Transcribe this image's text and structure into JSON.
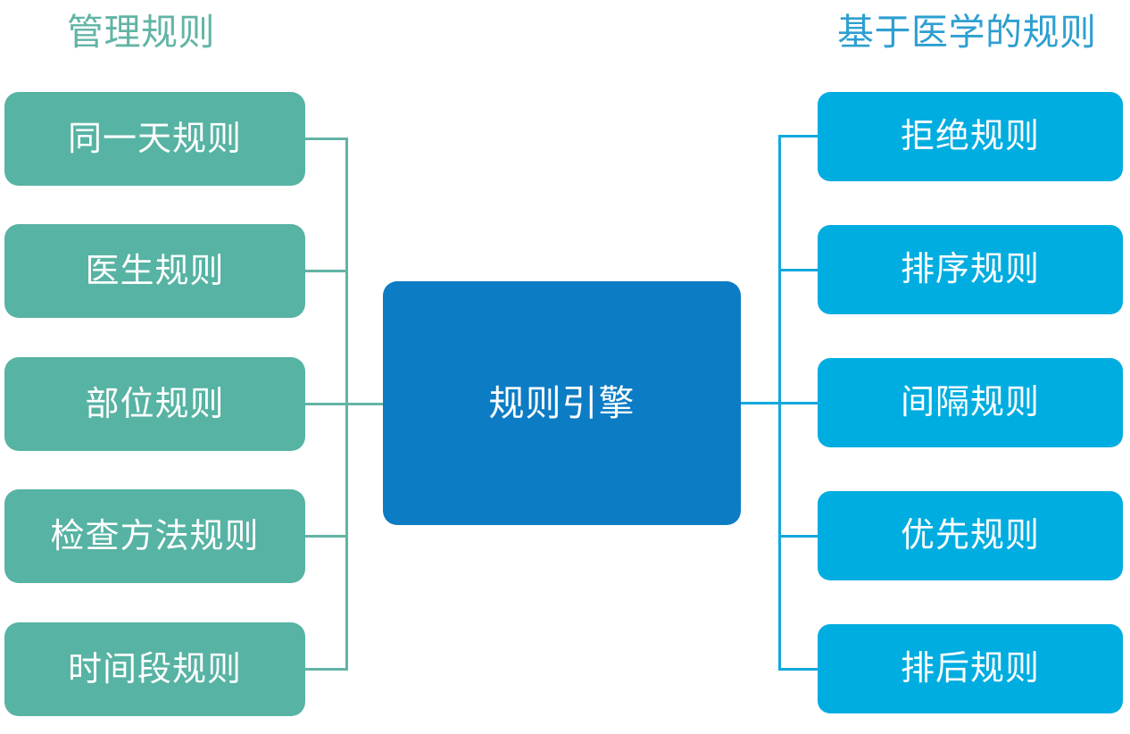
{
  "diagram": {
    "type": "mind-map",
    "title_center": "规则引擎",
    "columns": {
      "left": {
        "header": "管理规则",
        "color": "#57b3a3",
        "items": [
          {
            "label": "同一天规则"
          },
          {
            "label": "医生规则"
          },
          {
            "label": "部位规则"
          },
          {
            "label": "检查方法规则"
          },
          {
            "label": "时间段规则"
          }
        ]
      },
      "right": {
        "header": "基于医学的规则",
        "color": "#00ade0",
        "items": [
          {
            "label": "拒绝规则"
          },
          {
            "label": "排序规则"
          },
          {
            "label": "间隔规则"
          },
          {
            "label": "优先规则"
          },
          {
            "label": "排后规则"
          }
        ]
      }
    },
    "center": {
      "label": "规则引擎",
      "color": "#0c7cc4"
    },
    "connector_colors": {
      "left": "#62b4a5",
      "right": "#11a8de"
    }
  }
}
